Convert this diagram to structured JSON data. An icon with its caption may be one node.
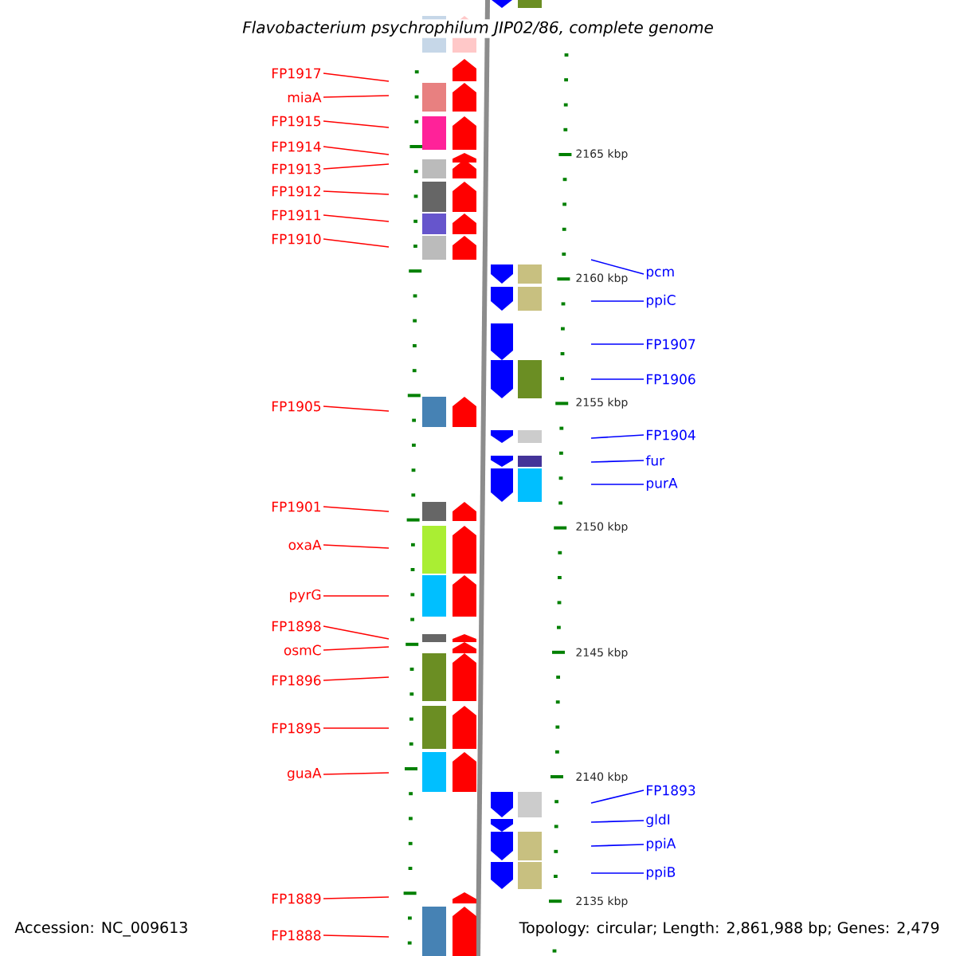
{
  "diagram": {
    "title": "Flavobacterium psychrophilum JIP02/86, complete genome",
    "nodes": [
      {
        "text": [
          "FP1917"
        ]
      },
      {
        "text": [
          "miaA"
        ]
      },
      {
        "text": [
          "FP1915"
        ]
      },
      {
        "text": [
          "FP1914"
        ]
      },
      {
        "text": [
          "FP1913"
        ]
      },
      {
        "text": [
          "FP1912"
        ]
      },
      {
        "text": [
          "FP1911"
        ]
      },
      {
        "text": [
          "FP1910"
        ]
      },
      {
        "text": [
          "pcm"
        ]
      },
      {
        "text": [
          "ppiC"
        ]
      },
      {
        "text": [
          "FP1907"
        ]
      },
      {
        "text": [
          "FP1906"
        ]
      },
      {
        "text": [
          "FP1905"
        ]
      },
      {
        "text": [
          "FP1904"
        ]
      },
      {
        "text": [
          "fur"
        ]
      },
      {
        "text": [
          "purA"
        ]
      },
      {
        "text": [
          "FP1901"
        ]
      },
      {
        "text": [
          "oxaA"
        ]
      },
      {
        "text": [
          "pyrG"
        ]
      },
      {
        "text": [
          "FP1898"
        ]
      },
      {
        "text": [
          "osmC"
        ]
      },
      {
        "text": [
          "FP1896"
        ]
      },
      {
        "text": [
          "FP1895"
        ]
      },
      {
        "text": [
          "guaA"
        ]
      },
      {
        "text": [
          "FP1893"
        ]
      },
      {
        "text": [
          "gldI"
        ]
      },
      {
        "text": [
          "ppiA"
        ]
      },
      {
        "text": [
          "ppiB"
        ]
      },
      {
        "text": [
          "FP1889"
        ]
      },
      {
        "text": [
          "FP1888"
        ]
      }
    ],
    "edges": [
      {
        "from": 0,
        "to": null,
        "arrow": "none"
      },
      {
        "from": 1,
        "to": null,
        "arrow": "none"
      },
      {
        "from": 2,
        "to": null,
        "arrow": "none"
      },
      {
        "from": 3,
        "to": null,
        "arrow": "none"
      },
      {
        "from": 4,
        "to": null,
        "arrow": "none"
      },
      {
        "from": 5,
        "to": null,
        "arrow": "none"
      },
      {
        "from": 6,
        "to": null,
        "arrow": "none"
      },
      {
        "from": 7,
        "to": null,
        "arrow": "none"
      },
      {
        "from": 8,
        "to": null,
        "arrow": "none",
        "color": "#0000ff"
      },
      {
        "from": 9,
        "to": null,
        "arrow": "none",
        "color": "#0000ff"
      },
      {
        "from": 10,
        "to": null,
        "arrow": "none",
        "color": "#0000ff"
      },
      {
        "from": 11,
        "to": null,
        "arrow": "none",
        "color": "#0000ff"
      },
      {
        "from": 12,
        "to": null,
        "arrow": "none"
      },
      {
        "from": 13,
        "to": null,
        "arrow": "none",
        "color": "#0000ff"
      },
      {
        "from": 14,
        "to": null,
        "arrow": "none",
        "color": "#0000ff"
      },
      {
        "from": 15,
        "to": null,
        "arrow": "none",
        "color": "#0000ff"
      },
      {
        "from": 16,
        "to": null,
        "arrow": "none"
      },
      {
        "from": 17,
        "to": null,
        "arrow": "none"
      },
      {
        "from": 18,
        "to": null,
        "arrow": "none"
      },
      {
        "from": 19,
        "to": null,
        "arrow": "none"
      },
      {
        "from": 20,
        "to": null,
        "arrow": "none"
      },
      {
        "from": 21,
        "to": null,
        "arrow": "none"
      },
      {
        "from": 22,
        "to": null,
        "arrow": "none"
      },
      {
        "from": 23,
        "to": null,
        "arrow": "none"
      },
      {
        "from": 24,
        "to": null,
        "arrow": "none",
        "color": "#0000ff"
      },
      {
        "from": 25,
        "to": null,
        "arrow": "none",
        "color": "#0000ff"
      },
      {
        "from": 26,
        "to": null,
        "arrow": "none",
        "color": "#0000ff"
      },
      {
        "from": 27,
        "to": null,
        "arrow": "none",
        "color": "#0000ff"
      },
      {
        "from": 28,
        "to": null,
        "arrow": "none"
      },
      {
        "from": 29,
        "to": null,
        "arrow": "none"
      }
    ],
    "labels": [
      "2165 kbp",
      "2160 kbp",
      "2155 kbp",
      "2150 kbp",
      "2145 kbp",
      "2140 kbp",
      "2135 kbp",
      "Accession: NC_009613",
      "Topology: circular; Length: 2,861,988 bp; Genes: 2,479"
    ]
  }
}
